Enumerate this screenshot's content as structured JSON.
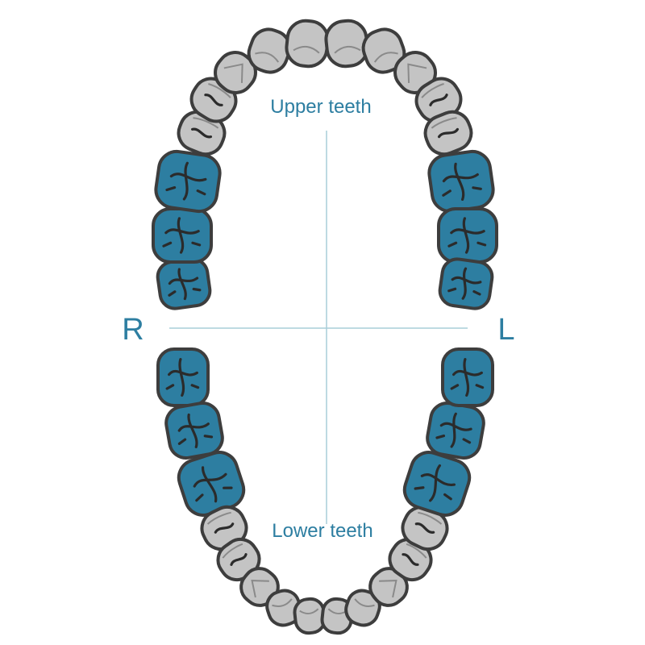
{
  "labels": {
    "upper": "Upper teeth",
    "lower": "Lower teeth",
    "right": "R",
    "left": "L"
  },
  "colors": {
    "highlight": "#2d7ea1",
    "neutral": "#c4c4c4",
    "outline": "#3d3d3d",
    "axis": "#a9cdd9",
    "text": "#2d7ea1"
  },
  "teeth": {
    "upper": [
      {
        "id": "U-R8",
        "type": "molar",
        "highlighted": true
      },
      {
        "id": "U-R7",
        "type": "molar",
        "highlighted": true
      },
      {
        "id": "U-R6",
        "type": "molar",
        "highlighted": true
      },
      {
        "id": "U-R5",
        "type": "premolar",
        "highlighted": false
      },
      {
        "id": "U-R4",
        "type": "premolar",
        "highlighted": false
      },
      {
        "id": "U-R3",
        "type": "canine",
        "highlighted": false
      },
      {
        "id": "U-R2",
        "type": "incisor",
        "highlighted": false
      },
      {
        "id": "U-R1",
        "type": "incisor",
        "highlighted": false
      },
      {
        "id": "U-L1",
        "type": "incisor",
        "highlighted": false
      },
      {
        "id": "U-L2",
        "type": "incisor",
        "highlighted": false
      },
      {
        "id": "U-L3",
        "type": "canine",
        "highlighted": false
      },
      {
        "id": "U-L4",
        "type": "premolar",
        "highlighted": false
      },
      {
        "id": "U-L5",
        "type": "premolar",
        "highlighted": false
      },
      {
        "id": "U-L6",
        "type": "molar",
        "highlighted": true
      },
      {
        "id": "U-L7",
        "type": "molar",
        "highlighted": true
      },
      {
        "id": "U-L8",
        "type": "molar",
        "highlighted": true
      }
    ],
    "lower": [
      {
        "id": "L-R8",
        "type": "molar",
        "highlighted": true
      },
      {
        "id": "L-R7",
        "type": "molar",
        "highlighted": true
      },
      {
        "id": "L-R6",
        "type": "molar",
        "highlighted": true
      },
      {
        "id": "L-R5",
        "type": "premolar",
        "highlighted": false
      },
      {
        "id": "L-R4",
        "type": "premolar",
        "highlighted": false
      },
      {
        "id": "L-R3",
        "type": "canine",
        "highlighted": false
      },
      {
        "id": "L-R2",
        "type": "incisor",
        "highlighted": false
      },
      {
        "id": "L-R1",
        "type": "incisor",
        "highlighted": false
      },
      {
        "id": "L-L1",
        "type": "incisor",
        "highlighted": false
      },
      {
        "id": "L-L2",
        "type": "incisor",
        "highlighted": false
      },
      {
        "id": "L-L3",
        "type": "canine",
        "highlighted": false
      },
      {
        "id": "L-L4",
        "type": "premolar",
        "highlighted": false
      },
      {
        "id": "L-L5",
        "type": "premolar",
        "highlighted": false
      },
      {
        "id": "L-L6",
        "type": "molar",
        "highlighted": true
      },
      {
        "id": "L-L7",
        "type": "molar",
        "highlighted": true
      },
      {
        "id": "L-L8",
        "type": "molar",
        "highlighted": true
      }
    ]
  }
}
